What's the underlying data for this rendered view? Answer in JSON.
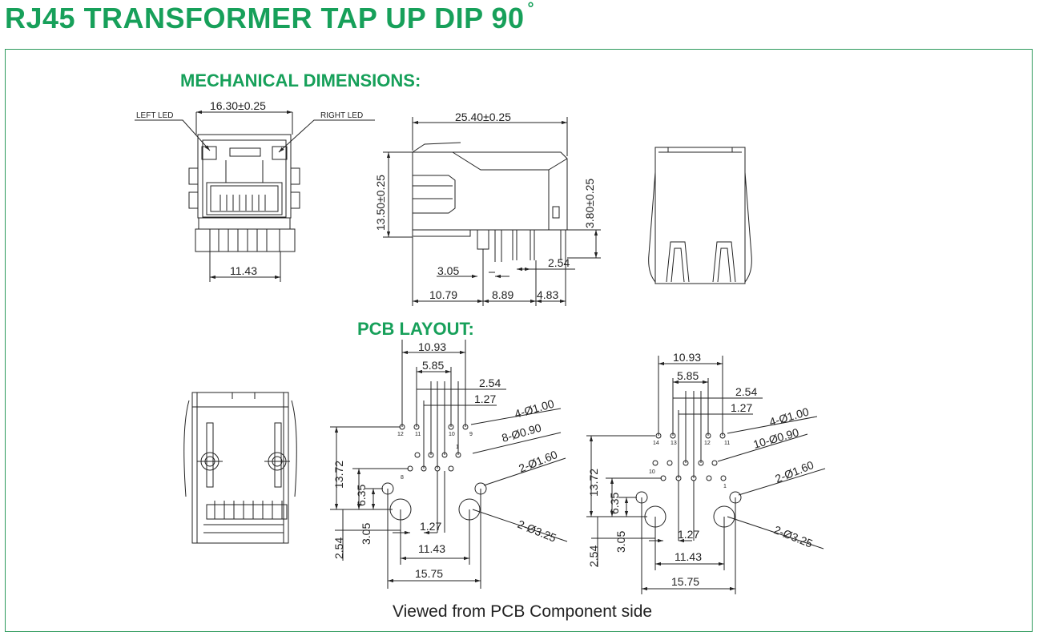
{
  "page_title": "RJ45 TRANSFORMER TAP UP DIP 90",
  "degree_symbol": "°",
  "sections": {
    "mechanical": "MECHANICAL DIMENSIONS:",
    "pcb": "PCB LAYOUT:"
  },
  "front_view": {
    "left_led": "LEFT LED",
    "right_led": "RIGHT LED",
    "width": "16.30±0.25",
    "pin_span": "11.43"
  },
  "side_view": {
    "length": "25.40±0.25",
    "height": "13.50±0.25",
    "pin_height": "3.80±0.25",
    "pin_offset": "3.05",
    "pin_pitch": "2.54",
    "bottom_dims": [
      "10.79",
      "8.89",
      "4.83"
    ]
  },
  "pcb_left": {
    "dims": {
      "w1093": "10.93",
      "w585": "5.85",
      "p254": "2.54",
      "p127": "1.27",
      "h4": "4-Ø1.00",
      "h8": "8-Ø0.90",
      "h2": "2-Ø1.60",
      "h325": "2-Ø3.25",
      "v1372": "13.72",
      "v635": "6.35",
      "v254": "2.54",
      "v305": "3.05",
      "b127": "1.27",
      "b1143": "11.43",
      "b1575": "15.75"
    },
    "pins": {
      "p12": "12",
      "p11": "11",
      "p10": "10",
      "p9": "9",
      "p1": "1",
      "p8": "8"
    }
  },
  "pcb_right": {
    "dims": {
      "w1093": "10.93",
      "w585": "5.85",
      "p254": "2.54",
      "p127": "1.27",
      "h4": "4-Ø1.00",
      "h10": "10-Ø0.90",
      "h2": "2-Ø1.60",
      "h325": "2-Ø3.25",
      "v1372": "13.72",
      "v635": "6.35",
      "v254": "2.54",
      "v305": "3.05",
      "b127": "1.27",
      "b1143": "11.43",
      "b1575": "15.75"
    },
    "pins": {
      "p14": "14",
      "p13": "13",
      "p12": "12",
      "p11": "11",
      "p10": "10",
      "p1": "1"
    }
  },
  "caption": "Viewed from PCB Component side"
}
